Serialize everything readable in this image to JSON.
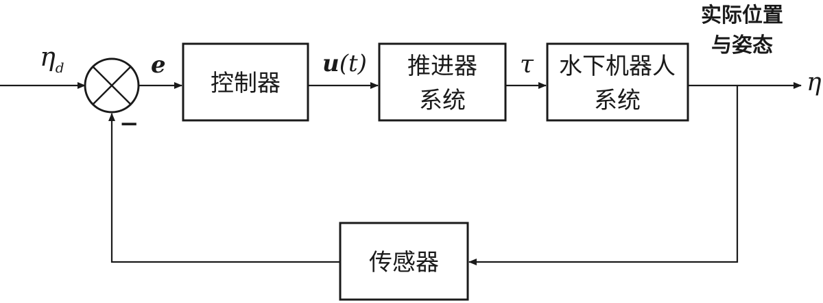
{
  "blocks": {
    "controller": "控制器",
    "thruster_line1": "推进器",
    "thruster_line2": "系统",
    "robot_line1": "水下机器人",
    "robot_line2": "系统",
    "sensor": "传感器"
  },
  "signals": {
    "desired_symbol": "η",
    "desired_subscript": "d",
    "error": "e",
    "control_main": "u",
    "control_arg": "(t)",
    "thrust": "τ",
    "output": "η",
    "feedback_sign": "−"
  },
  "annotation": {
    "line1": "实际位置",
    "line2": "与姿态"
  }
}
